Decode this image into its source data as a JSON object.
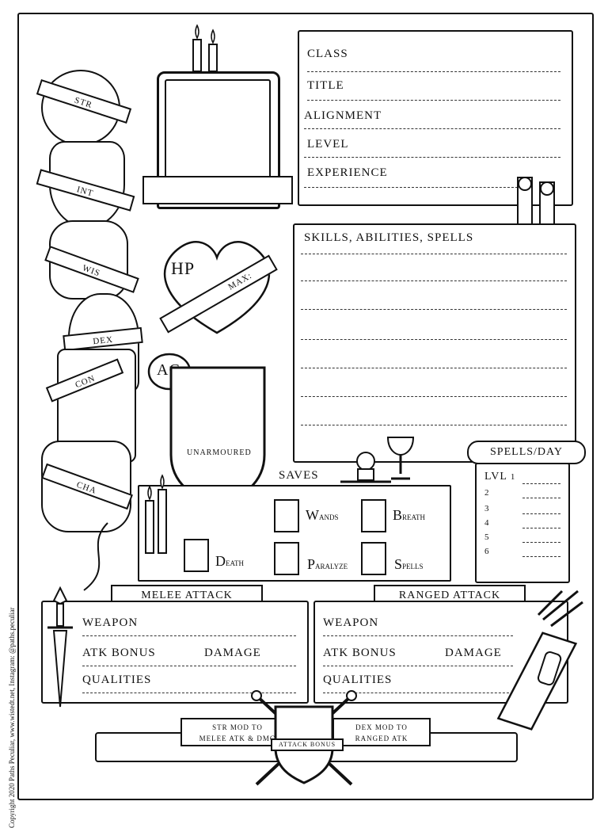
{
  "character": {
    "class_label": "CLASS",
    "title_label": "TITLE",
    "alignment_label": "ALIGNMENT",
    "level_label": "LEVEL",
    "experience_label": "EXPERIENCE"
  },
  "stats": {
    "str": "STR",
    "int": "INT",
    "wis": "WIS",
    "dex": "DEX",
    "con": "CON",
    "cha": "CHA"
  },
  "hp": {
    "label": "HP",
    "max_label": "MAX:"
  },
  "ac": {
    "label": "AC",
    "unarmoured_label": "UNARMOURED"
  },
  "skills": {
    "title": "SKILLS, ABILITIES, SPELLS"
  },
  "spells_per_day": {
    "title": "SPELLS/DAY",
    "lvl_label": "LVL",
    "levels": [
      "1",
      "2",
      "3",
      "4",
      "5",
      "6"
    ]
  },
  "saves": {
    "title": "SAVES",
    "wands": {
      "initial": "W",
      "rest": "ANDS"
    },
    "breath": {
      "initial": "B",
      "rest": "REATH"
    },
    "death": {
      "initial": "D",
      "rest": "EATH"
    },
    "paralyze": {
      "initial": "P",
      "rest": "ARALYZE"
    },
    "spells": {
      "initial": "S",
      "rest": "PELLS"
    }
  },
  "melee": {
    "title": "MELEE ATTACK",
    "weapon_label": "WEAPON",
    "atk_bonus_label": "ATK BONUS",
    "damage_label": "DAMAGE",
    "qualities_label": "QUALITIES"
  },
  "ranged": {
    "title": "RANGED ATTACK",
    "weapon_label": "WEAPON",
    "atk_bonus_label": "ATK BONUS",
    "damage_label": "DAMAGE",
    "qualities_label": "QUALITIES"
  },
  "footer": {
    "str_mod_line1": "STR MOD TO",
    "str_mod_line2": "MELEE ATK & DMG",
    "attack_bonus": "ATTACK BONUS",
    "dex_mod_line1": "DEX MOD TO",
    "dex_mod_line2": "RANGED ATK"
  },
  "copyright": "Copyright 2020 Paths Peculiar, www.wistedt.net, Instagram: @paths.peculiar"
}
